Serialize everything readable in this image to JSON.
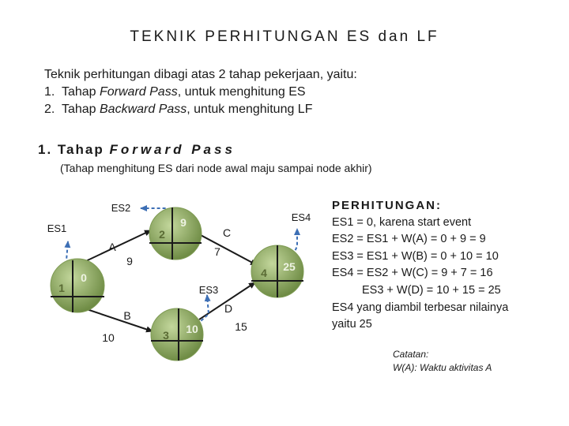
{
  "title": "TEKNIK PERHITUNGAN ES dan LF",
  "intro": {
    "line1": "Teknik perhitungan dibagi atas 2 tahap pekerjaan, yaitu:",
    "item1_num": "1.",
    "item1_pre": "Tahap ",
    "item1_it": "Forward Pass",
    "item1_post": ", untuk menghitung ES",
    "item2_num": "2.",
    "item2_pre": "Tahap ",
    "item2_it": "Backward Pass",
    "item2_post": ", untuk menghitung LF"
  },
  "section": {
    "num": "1. Tahap ",
    "it": "Forward Pass",
    "sub": "(Tahap menghitung ES dari node awal maju sampai node akhir)"
  },
  "diagram": {
    "nodes": [
      {
        "num": "1",
        "value": "0"
      },
      {
        "num": "2",
        "value": "9"
      },
      {
        "num": "3",
        "value": "10"
      },
      {
        "num": "4",
        "value": "25"
      }
    ],
    "activities": {
      "a_label": "A",
      "a_dur": "9",
      "b_label": "B",
      "b_dur": "10",
      "c_label": "C",
      "c_dur": "7",
      "d_label": "D",
      "d_dur": "15"
    },
    "es_labels": {
      "es1": "ES1",
      "es2": "ES2",
      "es3": "ES3",
      "es4": "ES4"
    },
    "colors": {
      "node_light": "#b3c98a",
      "node_dark": "#6f8c45",
      "edge": "#1a1a1a",
      "pointer": "#3d6fb5"
    }
  },
  "calc": {
    "heading": "PERHITUNGAN:",
    "lines": [
      "ES1 = 0, karena start event",
      "ES2 = ES1 + W(A) = 0 + 9 = 9",
      "ES3 = ES1 + W(B) = 0 + 10 = 10",
      "ES4 = ES2 + W(C) = 9 + 7 = 16",
      "ES3 + W(D) = 10 + 15 = 25",
      "ES4 yang diambil terbesar nilainya",
      "yaitu 25"
    ]
  },
  "note": {
    "line1": "Catatan:",
    "line2": "W(A): Waktu aktivitas A"
  }
}
